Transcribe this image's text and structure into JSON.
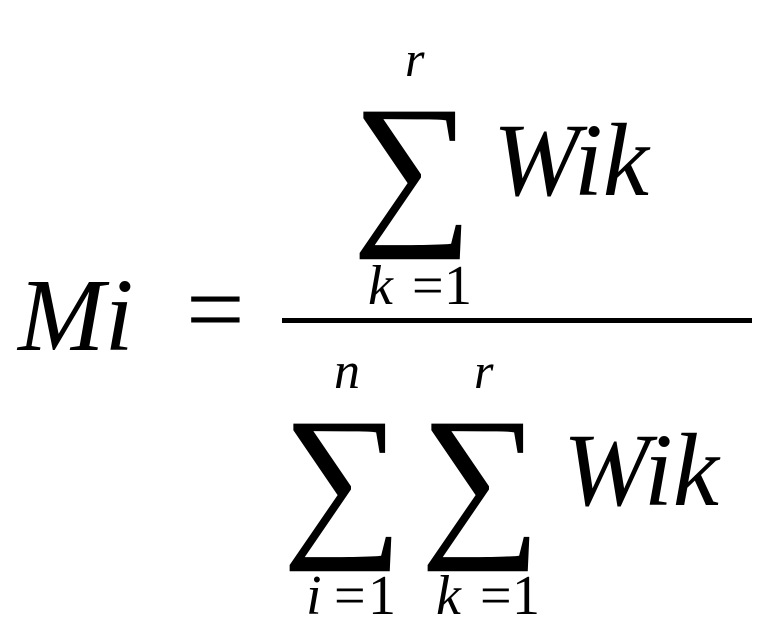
{
  "formula": {
    "lhs": "Mi",
    "equals": "=",
    "numerator": {
      "sum_upper": "r",
      "sum_symbol": "∑",
      "term": "Wik",
      "sum_lower_var": "k",
      "sum_lower_eq": "=",
      "sum_lower_val": "1"
    },
    "denominator": {
      "outer_sum_upper": "n",
      "outer_sum_symbol": "∑",
      "outer_sum_lower_var": "i",
      "outer_sum_lower_eq": "=",
      "outer_sum_lower_val": "1",
      "inner_sum_upper": "r",
      "inner_sum_symbol": "∑",
      "inner_sum_lower_var": "k",
      "inner_sum_lower_eq": "=",
      "inner_sum_lower_val": "1",
      "term": "Wik"
    }
  },
  "colors": {
    "ink": "#000000",
    "background": "#ffffff"
  }
}
